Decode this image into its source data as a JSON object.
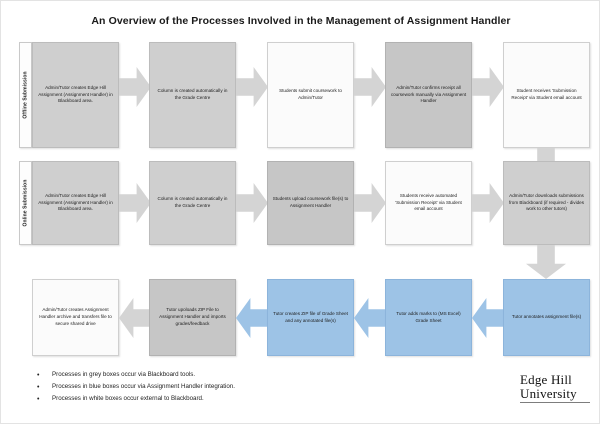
{
  "title": "An Overview of the Processes Involved in the Management of Assignment Handler",
  "colors": {
    "grey_box": "#cfcfcf",
    "white_box": "#fbfbfb",
    "blue_box": "#9dc3e6",
    "arrow_grey": "#d4d4d4",
    "border": "#b5b5b5"
  },
  "lanes": [
    {
      "label": "Offline Submission"
    },
    {
      "label": "Online Submission"
    }
  ],
  "rows": [
    {
      "name": "offline-submission-row",
      "boxes": [
        {
          "text": "Admin/Tutor creates Edge Hill Assignment (Assignment Handler) in Blackboard area.",
          "style": "grey"
        },
        {
          "text": "Column is created automatically in the Grade Centre",
          "style": "grey"
        },
        {
          "text": "Students submit coursework to Admin/Tutor",
          "style": "white"
        },
        {
          "text": "Admin/Tutor confirms receipt all coursework manually via Assignment Handler",
          "style": "grey-dk"
        },
        {
          "text": "Student receives 'Submission Receipt' via Student email account",
          "style": "white"
        }
      ]
    },
    {
      "name": "online-submission-row",
      "boxes": [
        {
          "text": "Admin/Tutor creates Edge Hill Assignment (Assignment Handler) in Blackboard area.",
          "style": "grey"
        },
        {
          "text": "Column is created automatically in the Grade Centre",
          "style": "grey"
        },
        {
          "text": "Students upload coursework file(s) to Assignment Handler",
          "style": "grey-dk"
        },
        {
          "text": "Students receive automated 'Submission Receipt' via Student email account",
          "style": "white"
        },
        {
          "text": "Admin/Tutor downloads submissions from Blackboard (if required - divides work to other tutors)",
          "style": "grey"
        }
      ]
    },
    {
      "name": "marking-return-row",
      "boxes": [
        {
          "text": "Admin/Tutor creates Assignment Handler archive and transfers file to secure shared drive",
          "style": "white"
        },
        {
          "text": "Tutor upoloads ZIP File to Assignment Handler and imports grades/feedback",
          "style": "grey-dk"
        },
        {
          "text": "Tutor creates ZIP file of Grade Sheet and any annotated file(s)",
          "style": "blue"
        },
        {
          "text": "Tutor adds marks to (MS Excel) Grade Sheet",
          "style": "blue"
        },
        {
          "text": "Tutor annotates assignment file(s)",
          "style": "blue"
        }
      ]
    }
  ],
  "legend": {
    "items": [
      "Processes in grey boxes occur via Blackboard tools.",
      "Processes in blue boxes occur via Assignment Handler integration.",
      "Processes in white boxes occur external to Blackboard."
    ]
  },
  "logo": {
    "line1": "Edge Hill",
    "line2": "University"
  }
}
